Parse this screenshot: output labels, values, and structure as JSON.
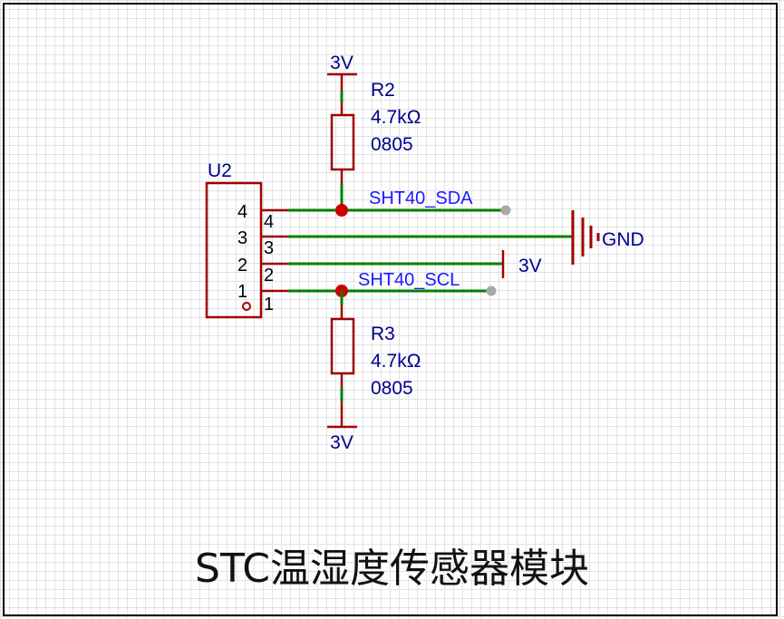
{
  "title": "STC温湿度传感器模块",
  "components": {
    "connector": {
      "ref": "U2",
      "body_pins": [
        "4",
        "3",
        "2",
        "1"
      ],
      "pin_numbers": [
        "4",
        "3",
        "2",
        "1"
      ]
    },
    "r2": {
      "ref": "R2",
      "value": "4.7kΩ",
      "package": "0805"
    },
    "r3": {
      "ref": "R3",
      "value": "4.7kΩ",
      "package": "0805"
    }
  },
  "nets": {
    "sda": "SHT40_SDA",
    "scl": "SHT40_SCL",
    "gnd": "GND",
    "vcc_top": "3V",
    "vcc_mid": "3V",
    "vcc_bottom": "3V"
  },
  "colors": {
    "wire": "#008000",
    "component": "#a00000",
    "junction": "#cc0000",
    "label": "#00008b",
    "net_label": "#1a1aff",
    "grid": "#e2e2e2"
  }
}
